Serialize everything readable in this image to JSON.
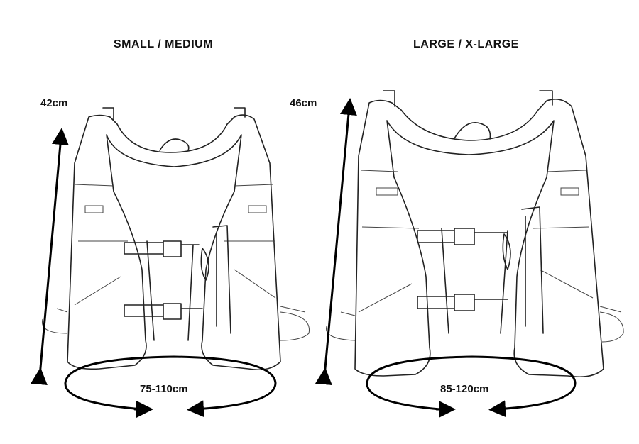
{
  "sizes": [
    {
      "title": "SMALL / MEDIUM",
      "height": "42cm",
      "chest": "75-110cm"
    },
    {
      "title": "LARGE / X-LARGE",
      "height": "46cm",
      "chest": "85-120cm"
    }
  ],
  "colors": {
    "line": "#222222",
    "measure": "#000000",
    "background": "#ffffff"
  }
}
